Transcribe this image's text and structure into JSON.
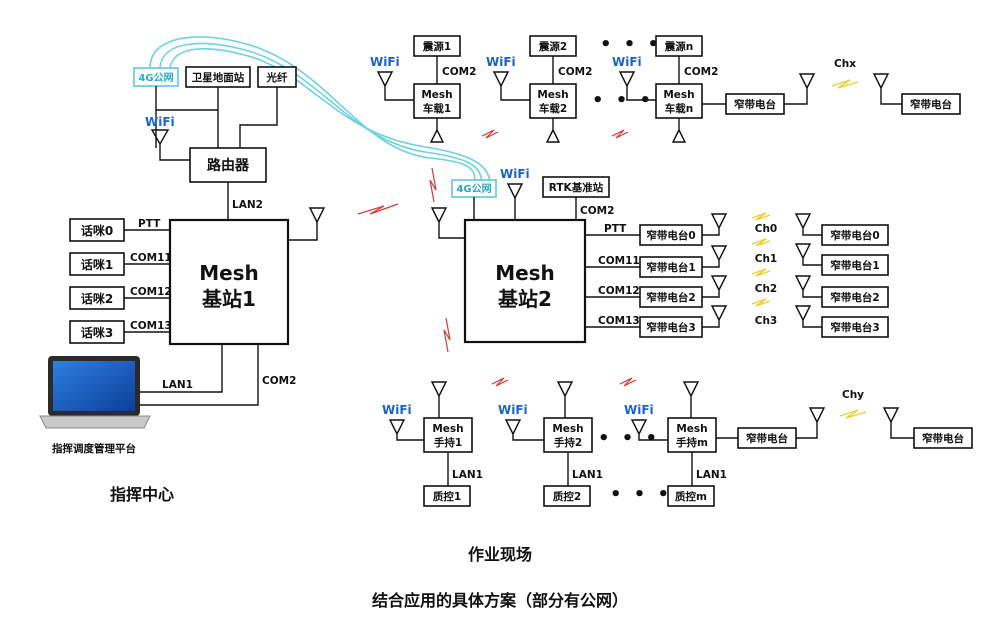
{
  "labels": {
    "net4g": "4G公网",
    "satellite": "卫星地面站",
    "fiber": "光纤",
    "router": "路由器",
    "wifi": "WiFi",
    "lan1": "LAN1",
    "lan2": "LAN2",
    "com2": "COM2",
    "ptt": "PTT",
    "com11": "COM11",
    "com12": "COM12",
    "com13": "COM13",
    "mic0": "话咪0",
    "mic1": "话咪1",
    "mic2": "话咪2",
    "mic3": "话咪3",
    "base1_a": "Mesh",
    "base1_b": "基站1",
    "base2_a": "Mesh",
    "base2_b": "基站2",
    "laptop": "指挥调度管理平台",
    "command_center": "指挥中心",
    "rtk": "RTK基准站",
    "quake1": "震源1",
    "quake2": "震源2",
    "quaken": "震源n",
    "mesh": "Mesh",
    "vehicle1": "车载1",
    "vehicle2": "车载2",
    "vehiclen": "车载n",
    "narrow_radio": "窄带电台",
    "radio0": "窄带电台0",
    "radio1": "窄带电台1",
    "radio2": "窄带电台2",
    "radio3": "窄带电台3",
    "chx": "Chx",
    "ch0": "Ch0",
    "ch1": "Ch1",
    "ch2": "Ch2",
    "ch3": "Ch3",
    "chy": "Chy",
    "hand1": "手持1",
    "hand2": "手持2",
    "handm": "手持m",
    "qc1": "质控1",
    "qc2": "质控2",
    "qcm": "质控m",
    "ellipsis": "• • •",
    "field": "作业现场",
    "caption": "结合应用的具体方案（部分有公网）"
  },
  "colors": {
    "line": "#111111",
    "wifi_text": "#1a63c9",
    "public_net": "#6fd0df",
    "link_red": "#d23a3a",
    "link_yellow": "#e6d232"
  }
}
